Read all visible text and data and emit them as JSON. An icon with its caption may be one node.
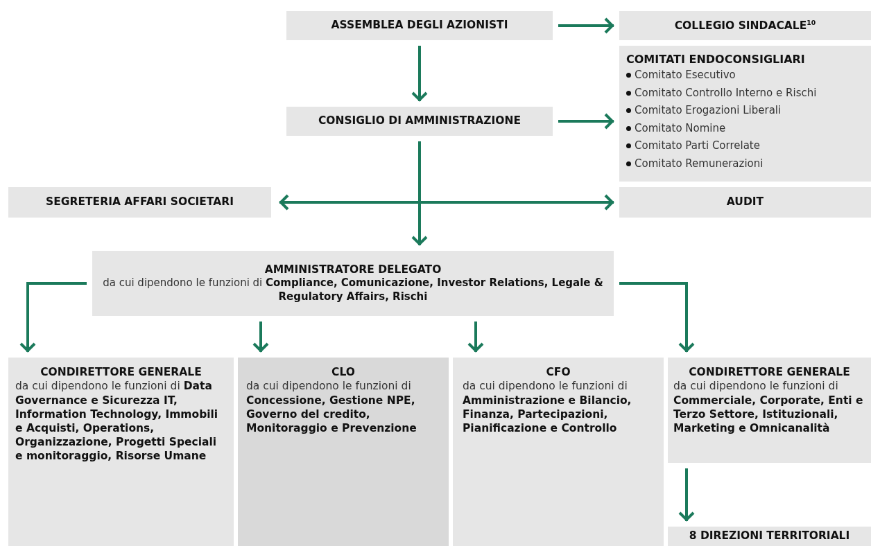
{
  "diagram": {
    "nodes": [
      {
        "text": [
          "ASSEMBLEA DEGLI AZIONISTI"
        ]
      },
      {
        "text": [
          "COLLEGIO SINDACALE$^{10}$"
        ]
      },
      {
        "text": [
          "COMITATI ENDOCONSIGLIARI",
          "Comitato Esecutivo",
          "Comitato Controllo Interno e Rischi",
          "Comitato Erogazioni Liberali",
          "Comitato Nomine",
          "Comitato Parti Correlate",
          "Comitato Remunerazioni"
        ]
      },
      {
        "text": [
          "CONSIGLIO DI AMMINISTRAZIONE"
        ]
      },
      {
        "text": [
          "SEGRETERIA AFFARI SOCIETARI"
        ]
      },
      {
        "text": [
          "AUDIT"
        ]
      },
      {
        "text": [
          "AMMINISTRATORE DELEGATO",
          "da cui dipendono le funzioni di **Compliance, Comunicazione, Investor Relations, Legale & Regulatory Affairs, Rischi**"
        ]
      },
      {
        "text": [
          "CONDIRETTORE GENERALE",
          "da cui dipendono le funzioni di **Data Governance e Sicurezza IT, Information Technology, Immobili e Acquisti, Operations, Organizzazione, Progetti Speciali e monitoraggio, Risorse Umane**"
        ]
      },
      {
        "text": [
          "CLO",
          "da cui dipendono le funzioni di **Concessione, Gestione NPE, Governo del credito, Monitoraggio e Prevenzione**"
        ]
      },
      {
        "text": [
          "CFO",
          "da cui dipendono le funzioni di **Amministrazione e Bilancio, Finanza, Partecipazioni, Pianificazione e Controllo**"
        ]
      },
      {
        "text": [
          "CONDIRETTORE GENERALE",
          "da cui dipendono le funzioni di **Commerciale, Corporate, Enti e Terzo Settore, Istituzionali, Marketing e Omnicanalità**"
        ]
      },
      {
        "text": [
          "8 DIREZIONI TERRITORIALI"
        ]
      }
    ],
    "edges": [
      {
        "from": 0,
        "to": 1,
        "arrow": "to"
      },
      {
        "from": 0,
        "to": 3,
        "arrow": "to"
      },
      {
        "from": 3,
        "to": 2,
        "arrow": "to"
      },
      {
        "from": 3,
        "to": 4,
        "arrow": "to"
      },
      {
        "from": 3,
        "to": 5,
        "arrow": "to"
      },
      {
        "from": 3,
        "to": 6,
        "arrow": "to"
      },
      {
        "from": 6,
        "to": 7,
        "arrow": "to"
      },
      {
        "from": 6,
        "to": 8,
        "arrow": "to"
      },
      {
        "from": 6,
        "to": 9,
        "arrow": "to"
      },
      {
        "from": 6,
        "to": 10,
        "arrow": "to"
      },
      {
        "from": 10,
        "to": 11,
        "arrow": "to"
      }
    ]
  }
}
